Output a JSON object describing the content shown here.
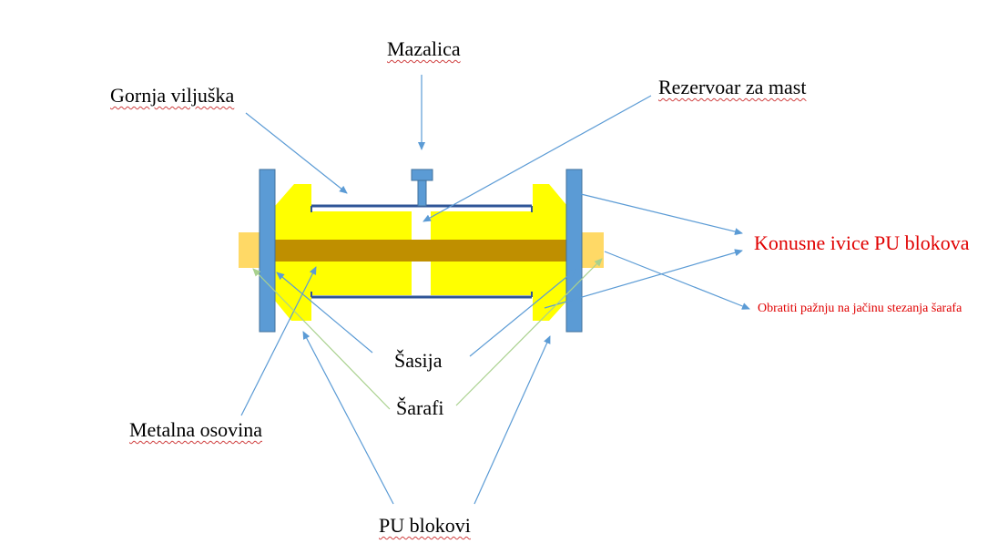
{
  "labels": {
    "mazalica": "Mazalica",
    "gornja_viljuska": "Gornja viljuška",
    "rezervoar": "Rezervoar za mast",
    "konusne_ivice": "Konusne ivice PU blokova",
    "obratiti_paznju": "Obratiti pažnju na jačinu stezanja šarafa",
    "sasija": "Šasija",
    "sarafi": "Šarafi",
    "metalna_osovina": "Metalna osovina",
    "pu_blokovi": "PU blokovi"
  },
  "colors": {
    "pu_block": "#ffff00",
    "metal_shaft": "#bf8f00",
    "bolt_end": "#ffd966",
    "chassis_plate": "#5b9bd5",
    "fork_frame": "#2f5597",
    "arrow_blue": "#5b9bd5",
    "arrow_green": "#a9d18e",
    "warning_text": "#e00000"
  }
}
